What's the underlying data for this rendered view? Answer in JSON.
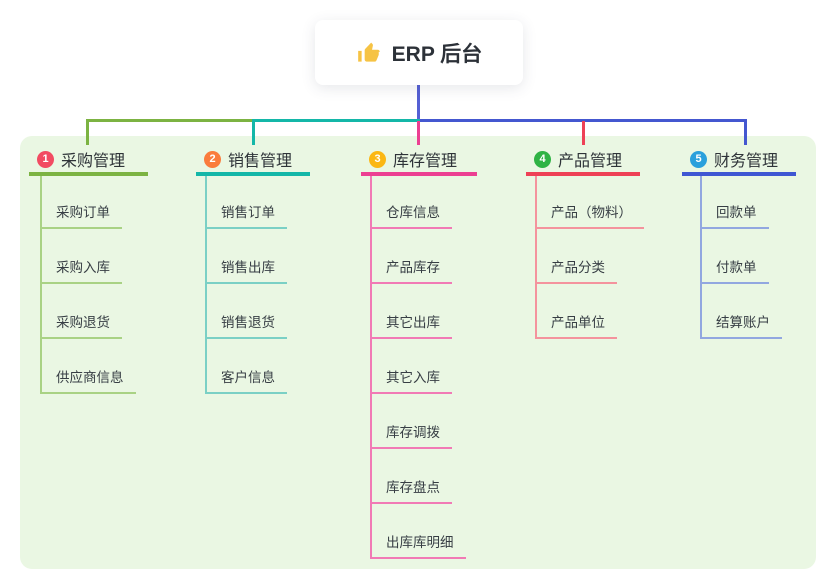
{
  "root": {
    "label": "ERP 后台",
    "icon": "thumbs-up-icon"
  },
  "branches": [
    {
      "number": "1",
      "title": "采购管理",
      "badge_color": "#F24B62",
      "line_color": "#7CB342",
      "item_line_color": "#A9D284",
      "items": [
        "采购订单",
        "采购入库",
        "采购退货",
        "供应商信息"
      ]
    },
    {
      "number": "2",
      "title": "销售管理",
      "badge_color": "#FA7C3C",
      "line_color": "#14B7A8",
      "item_line_color": "#7BD0C5",
      "items": [
        "销售订单",
        "销售出库",
        "销售退货",
        "客户信息"
      ]
    },
    {
      "number": "3",
      "title": "库存管理",
      "badge_color": "#FBB713",
      "line_color": "#EC3F92",
      "item_line_color": "#F17AB5",
      "items": [
        "仓库信息",
        "产品库存",
        "其它出库",
        "其它入库",
        "库存调拨",
        "库存盘点",
        "出库库明细"
      ]
    },
    {
      "number": "4",
      "title": "产品管理",
      "badge_color": "#2FB344",
      "line_color": "#EE4156",
      "item_line_color": "#F4939D",
      "items": [
        "产品（物料）",
        "产品分类",
        "产品单位"
      ]
    },
    {
      "number": "5",
      "title": "财务管理",
      "badge_color": "#2AA0DC",
      "line_color": "#3F57D3",
      "item_line_color": "#92A7E0",
      "items": [
        "回款单",
        "付款单",
        "结算账户"
      ]
    }
  ],
  "colors": {
    "panel_bg": "#EAF7E3",
    "root_connector": "#5560D4",
    "bus_blue": "#4457D0",
    "bus_teal": "#14B7A8",
    "bus_green": "#7CB342",
    "thumb_icon": "#F6C344"
  }
}
